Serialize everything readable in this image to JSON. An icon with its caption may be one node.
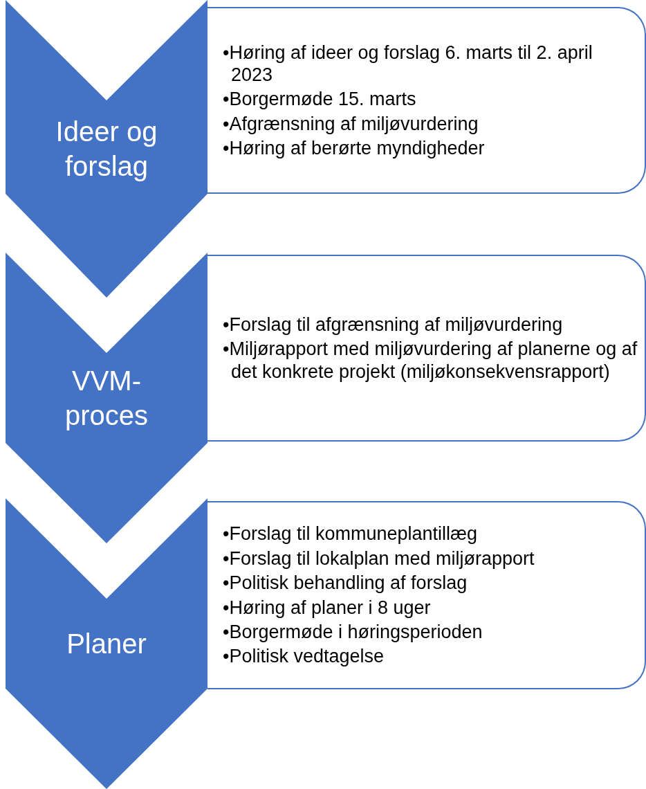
{
  "diagram": {
    "nodes": [
      {
        "text": [
          "Ideer og forslag"
        ]
      },
      {
        "text": [
          "•Høring af ideer og forslag 6. marts til 2. april 2023",
          "•Borgermøde 15. marts",
          "•Afgrænsning af miljøvurdering",
          "•Høring af berørte myndigheder"
        ]
      },
      {
        "text": [
          "VVM- proces"
        ]
      },
      {
        "text": [
          "•Forslag til afgrænsning af miljøvurdering",
          "•Miljørapport med miljøvurdering af planerne og af det konkrete projekt (miljøkonsekvensrapport)"
        ]
      },
      {
        "text": [
          "Planer"
        ]
      },
      {
        "text": [
          "•Forslag til kommuneplantillæg",
          "•Forslag til lokalplan med miljørapport",
          "•Politisk behandling af forslag",
          "•Høring af planer i 8 uger",
          "•Borgermøde i høringsperioden",
          "•Politisk vedtagelse"
        ]
      }
    ]
  }
}
